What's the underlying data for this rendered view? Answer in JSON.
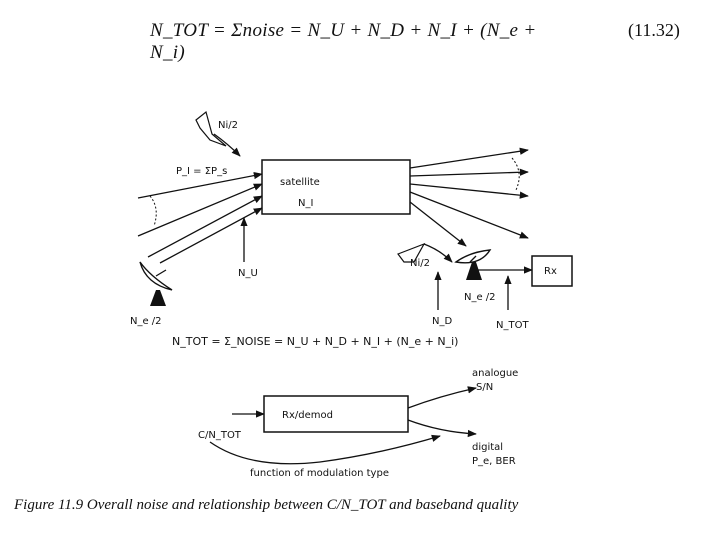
{
  "equation": {
    "text": "N_TOT = Σnoise = N_U + N_D + N_I + (N_e + N_i)",
    "number": "(11.32)"
  },
  "diagram": {
    "ni_half_top": "Ni/2",
    "pi_label": "P_I = ΣP_s",
    "satellite_label": "satellite",
    "satellite_noise": "N_I",
    "uplink_noise": "N_U",
    "ne_half_left": "N_e /2",
    "ni_half_right": "Ni/2",
    "ne_half_right": "N_e /2",
    "downlink_noise": "N_D",
    "ntot_label": "N_TOT",
    "rx_label": "Rx",
    "formula": "N_TOT = Σ_NOISE = N_U + N_D + N_I + (N_e + N_i)",
    "analogue_label": "analogue",
    "sn_label": "S/N",
    "rxdemod_label": "Rx/demod",
    "cntot_label": "C/N_TOT",
    "digital_label": "digital",
    "pe_ber_label": "P_e, BER",
    "modulation_label": "function of modulation type"
  },
  "caption": "Figure 11.9    Overall noise and relationship between C/N_TOT and baseband quality"
}
